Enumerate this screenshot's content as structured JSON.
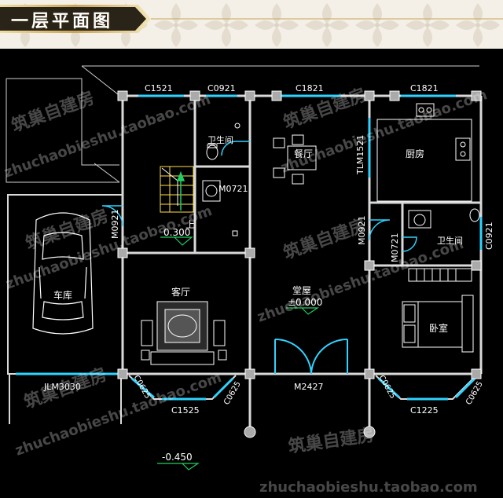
{
  "title": "一层平面图",
  "colors": {
    "banner_dark": "#2a2418",
    "banner_gold": "#c9a55a",
    "background": "#000000",
    "wall": "#d9d9d9",
    "window": "#2fd3ff",
    "column": "#aaaaaa",
    "furniture": "#ffffff",
    "stair": "#ffe04a",
    "door_swing": "#2fd3ff",
    "arrow": "#20d060",
    "level_mark": "#ffffff"
  },
  "rooms": {
    "garage": "车库",
    "living": "客厅",
    "hall": "堂屋",
    "dining": "餐厅",
    "kitchen": "厨房",
    "bath_left": "卫生间",
    "bath_right": "卫生间",
    "bedroom": "卧室",
    "up": "上"
  },
  "levels": {
    "hall_level": "±0.000",
    "stair_level": "0.300",
    "outdoor_level": "-0.450"
  },
  "openings": {
    "c1521": "C1521",
    "c0921": "C0921",
    "c1821_a": "C1821",
    "c1821_b": "C1821",
    "tlm1521": "TLM1521",
    "m0721_a": "M0721",
    "m0921_a": "M0921",
    "m0921_b": "M0921",
    "m0721_b": "M0721",
    "c0921_right": "C0921",
    "jlm3030": "JLM3030",
    "c0625_a": "C0625",
    "c1525": "C1525",
    "c0625_b": "C0625",
    "m2427": "M2427",
    "c0625_c": "C0625",
    "c1225": "C1225",
    "c0625_d": "C0625"
  },
  "watermarks": {
    "brand": "筑巢自建房",
    "url": "zhuchaobieshu.taobao.com"
  }
}
